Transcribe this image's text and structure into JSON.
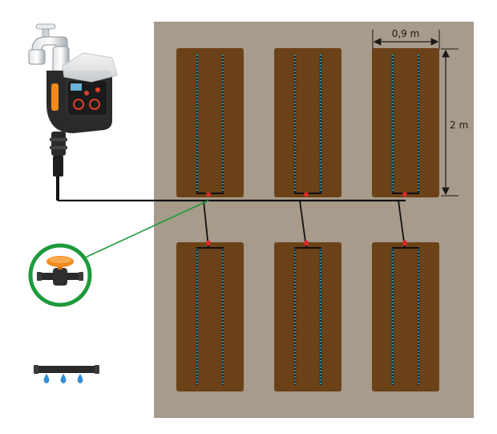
{
  "dimensions": {
    "width_label": "0,9 m",
    "length_label": "2 m"
  },
  "beds": {
    "rows": 2,
    "columns": 3,
    "drip_lines_per_bed": 2
  },
  "colors": {
    "ground": "#a79b8b",
    "bed_soil": "#6b4218",
    "pipe": "#111111",
    "connector": "#e0282a",
    "drip_dots": "#2aa7c9",
    "callout_ring": "#1d9a3c",
    "valve_handle": "#f08a1c",
    "water_drop": "#2f8fd8"
  },
  "icons": {
    "controller": "water-timer-icon",
    "tap": "garden-tap-icon",
    "valve": "shutoff-valve-icon",
    "dripper": "dripper-pipe-icon"
  }
}
